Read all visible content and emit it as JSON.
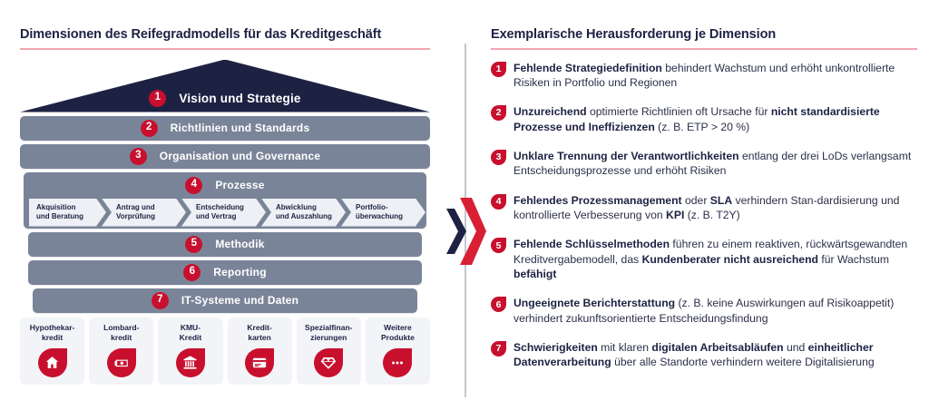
{
  "left": {
    "title": "Dimensionen des Reifegradmodells für das Kreditgeschäft",
    "levels": [
      {
        "num": "1",
        "label": "Vision und Strategie"
      },
      {
        "num": "2",
        "label": "Richtlinien und Standards"
      },
      {
        "num": "3",
        "label": "Organisation und Governance"
      },
      {
        "num": "4",
        "label": "Prozesse"
      },
      {
        "num": "5",
        "label": "Methodik"
      },
      {
        "num": "6",
        "label": "Reporting"
      },
      {
        "num": "7",
        "label": "IT-Systeme und Daten"
      }
    ],
    "process_steps": [
      {
        "line1": "Akquisition",
        "line2": "und Beratung"
      },
      {
        "line1": "Antrag und",
        "line2": "Vorprüfung"
      },
      {
        "line1": "Entscheidung",
        "line2": "und Vertrag"
      },
      {
        "line1": "Abwicklung",
        "line2": "und Auszahlung"
      },
      {
        "line1": "Portfolio-",
        "line2": "überwachung"
      }
    ],
    "products": [
      {
        "line1": "Hypothekar-",
        "line2": "kredit",
        "icon": "home-icon"
      },
      {
        "line1": "Lombard-",
        "line2": "kredit",
        "icon": "banknotes-icon"
      },
      {
        "line1": "KMU-",
        "line2": "Kredit",
        "icon": "bank-building-icon"
      },
      {
        "line1": "Kredit-",
        "line2": "karten",
        "icon": "credit-card-icon"
      },
      {
        "line1": "Spezialfinan-",
        "line2": "zierungen",
        "icon": "diamond-icon"
      },
      {
        "line1": "Weitere",
        "line2": "Produkte",
        "icon": "ellipsis-icon"
      }
    ]
  },
  "right": {
    "title": "Exemplarische Herausforderung je Dimension",
    "challenges": [
      {
        "num": "1",
        "html": "<b>Fehlende Strategiedefinition</b> behindert Wachstum und erhöht unkontrollierte Risiken in Portfolio und Regionen"
      },
      {
        "num": "2",
        "html": "<b>Unzureichend</b> optimierte Richtlinien oft Ursache für <b>nicht standardisierte Prozesse und Ineffizienzen</b> (z. B. ETP &gt; 20 %)"
      },
      {
        "num": "3",
        "html": "<b>Unklare Trennung der Verantwortlichkeiten</b> entlang der drei LoDs verlangsamt Entscheidungsprozesse und erhöht Risiken"
      },
      {
        "num": "4",
        "html": "<b>Fehlendes Prozessmanagement</b> oder <b>SLA</b> verhindern Stan-dardisierung und kontrollierte Verbesserung von <b>KPI</b> (z. B. T2Y)"
      },
      {
        "num": "5",
        "html": "<b>Fehlende Schlüsselmethoden</b> führen zu einem reaktiven, rückwärtsgewandten Kreditvergabemodell, das <b>Kundenberater nicht ausreichend</b> für Wachstum <b>befähigt</b>"
      },
      {
        "num": "6",
        "html": "<b>Ungeeignete Berichterstattung</b> (z. B. keine Auswirkungen auf Risikoappetit) verhindert zukunftsorientierte Entscheidungsfindung"
      },
      {
        "num": "7",
        "html": "<b>Schwierigkeiten</b> mit klaren <b>digitalen Arbeitsabläufen</b> und <b>einheitlicher Datenverarbeitung</b> über alle Standorte verhindern weitere Digitalisierung"
      }
    ]
  },
  "connector": {
    "name": "double-chevron-arrow",
    "navy": "#1d2243",
    "red": "#c8102e"
  },
  "colors": {
    "navy": "#1d2243",
    "red": "#c8102e",
    "band_grey": "#7a8499",
    "rule_pink": "#f2a6ad",
    "tile_bg": "#f3f4f8",
    "divider": "#c2c6cf"
  }
}
